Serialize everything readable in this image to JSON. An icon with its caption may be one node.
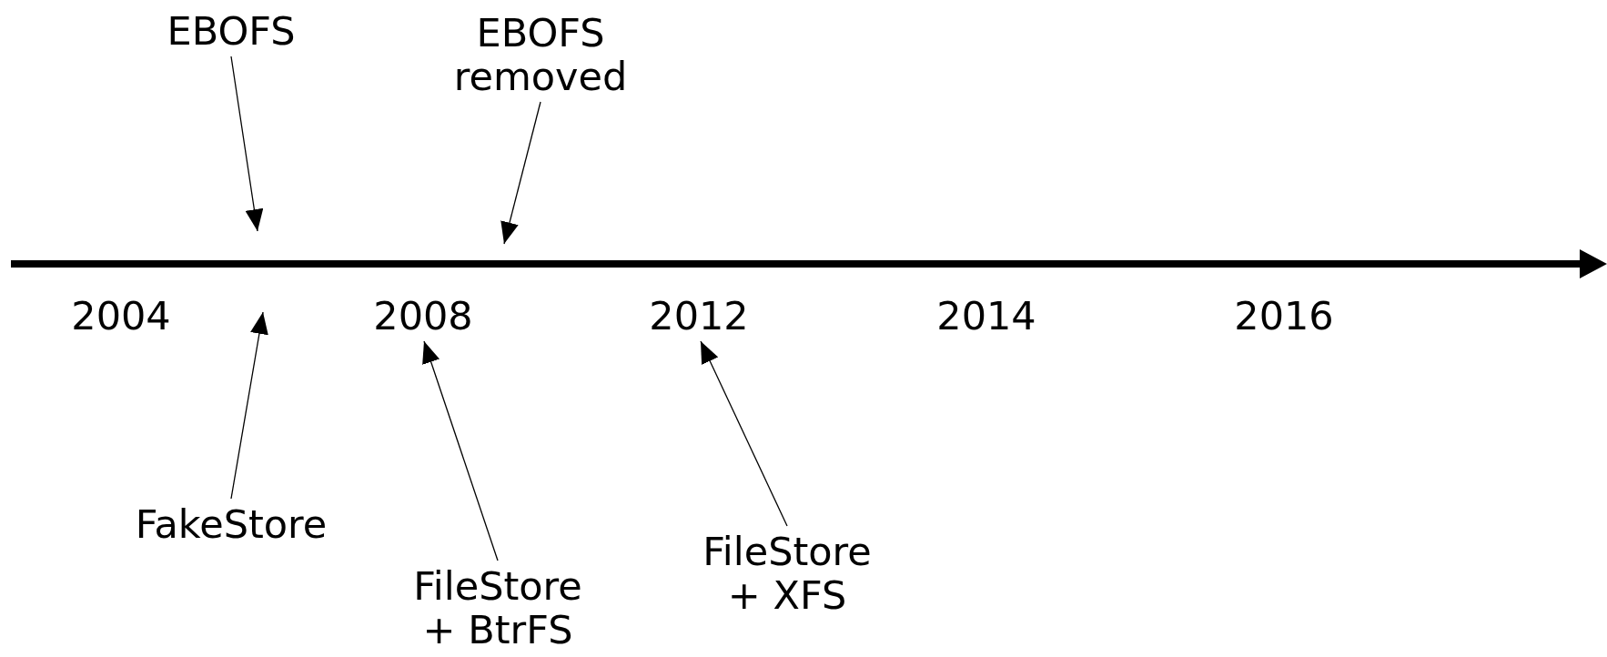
{
  "diagram": {
    "nodes": [
      {
        "text": [
          "EBOFS"
        ]
      },
      {
        "text": [
          "EBOFS removed"
        ]
      },
      {
        "text": [
          "2008"
        ]
      },
      {
        "text": [
          "2012"
        ]
      },
      {
        "text": [
          "FakeStore"
        ]
      },
      {
        "text": [
          "FileStore + BtrFS"
        ]
      },
      {
        "text": [
          "FileStore + XFS"
        ]
      }
    ],
    "edges": [
      {
        "from": 0,
        "to": null,
        "arrow": "to"
      },
      {
        "from": 1,
        "to": null,
        "arrow": "to"
      },
      {
        "from": 4,
        "to": null,
        "arrow": "to"
      },
      {
        "from": 5,
        "to": 2,
        "arrow": "to"
      },
      {
        "from": 6,
        "to": 3,
        "arrow": "to"
      }
    ],
    "labels": [
      "2004",
      "2014",
      "2016"
    ]
  }
}
